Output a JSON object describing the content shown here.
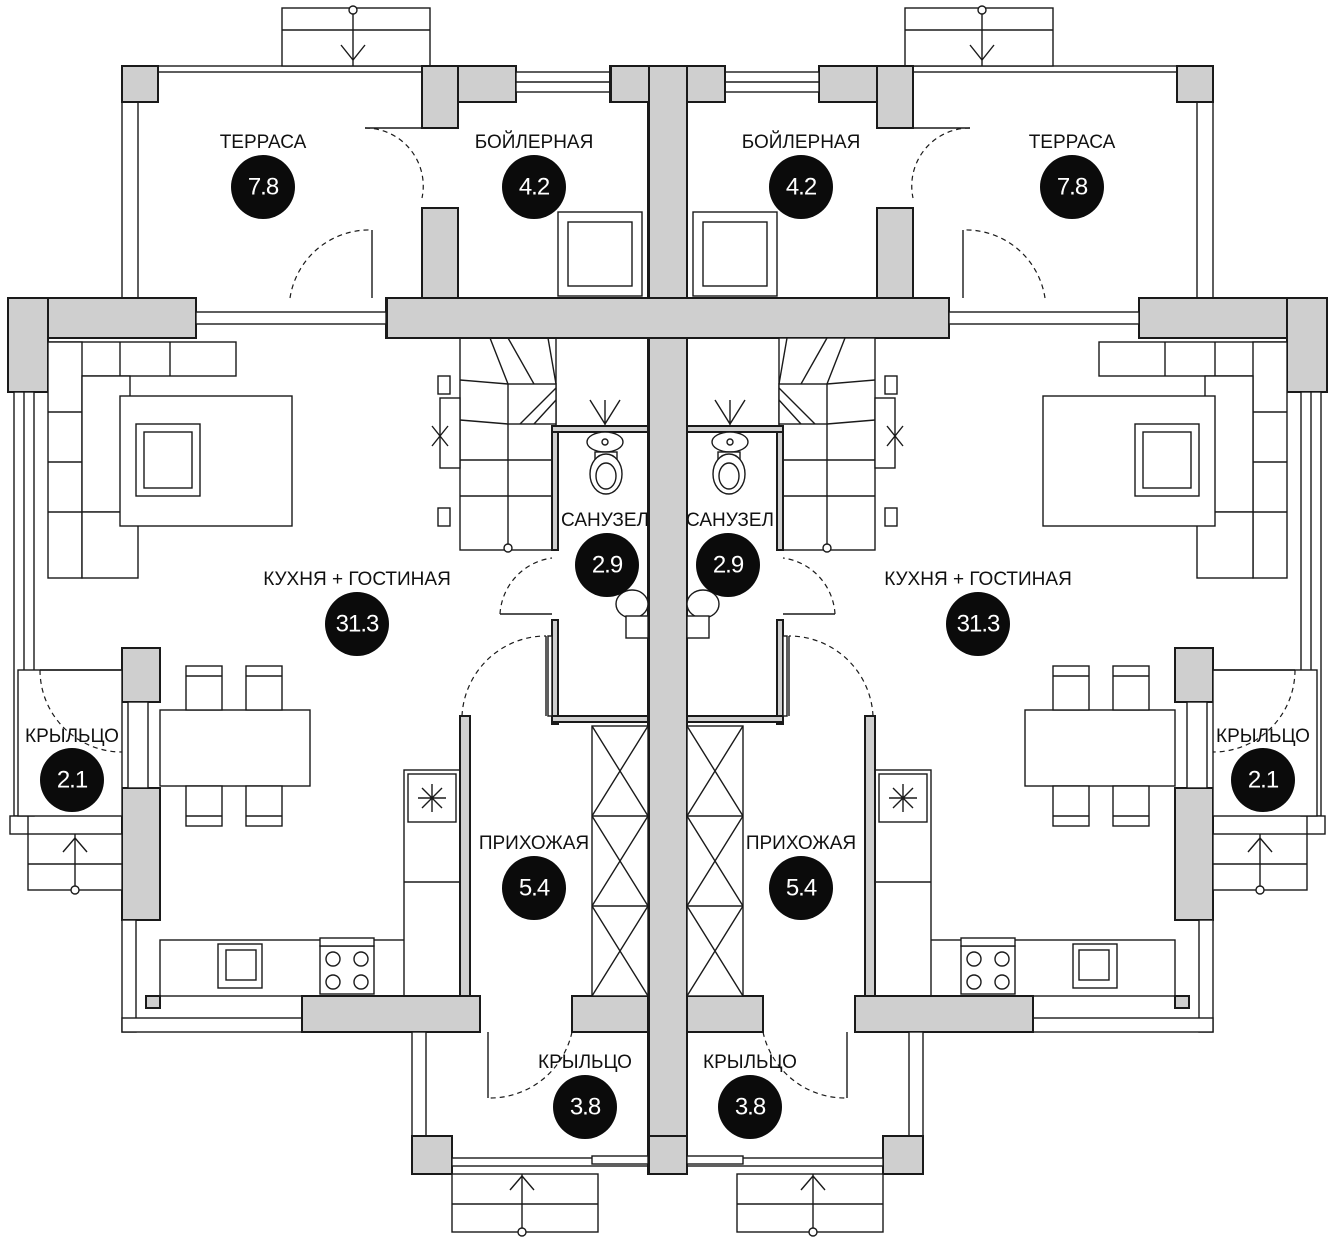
{
  "plan": {
    "rooms": [
      {
        "id": "terrace-left",
        "name": "ТЕРРАСА",
        "area": "7.8"
      },
      {
        "id": "boiler-left",
        "name": "БОЙЛЕРНАЯ",
        "area": "4.2"
      },
      {
        "id": "boiler-right",
        "name": "БОЙЛЕРНАЯ",
        "area": "4.2"
      },
      {
        "id": "terrace-right",
        "name": "ТЕРРАСА",
        "area": "7.8"
      },
      {
        "id": "bath-left",
        "name": "САНУЗЕЛ",
        "area": "2.9"
      },
      {
        "id": "bath-right",
        "name": "САНУЗЕЛ",
        "area": "2.9"
      },
      {
        "id": "kitchen-left",
        "name": "КУХНЯ + ГОСТИНАЯ",
        "area": "31.3"
      },
      {
        "id": "kitchen-right",
        "name": "КУХНЯ + ГОСТИНАЯ",
        "area": "31.3"
      },
      {
        "id": "porch-side-left",
        "name": "КРЫЛЬЦО",
        "area": "2.1"
      },
      {
        "id": "porch-side-right",
        "name": "КРЫЛЬЦО",
        "area": "2.1"
      },
      {
        "id": "hall-left",
        "name": "ПРИХОЖАЯ",
        "area": "5.4"
      },
      {
        "id": "hall-right",
        "name": "ПРИХОЖАЯ",
        "area": "5.4"
      },
      {
        "id": "porch-front-left",
        "name": "КРЫЛЬЦО",
        "area": "3.8"
      },
      {
        "id": "porch-front-right",
        "name": "КРЫЛЬЦО",
        "area": "3.8"
      }
    ]
  }
}
